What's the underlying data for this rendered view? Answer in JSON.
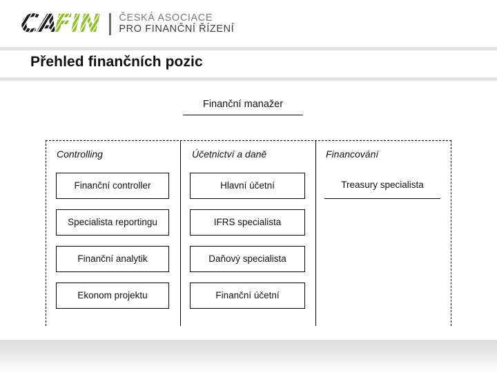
{
  "header": {
    "logo": {
      "mark_dark": "CA",
      "mark_green": "FIN",
      "green_hex": "#8DC127",
      "dark_hex": "#1a1a1a",
      "line1": "ČESKÁ ASOCIACE",
      "line2": "PRO FINANČNÍ ŘÍZENÍ"
    }
  },
  "title": {
    "text": "Přehled finančních pozic"
  },
  "diagram": {
    "top_node": {
      "label": "Finanční manažer"
    },
    "columns": [
      {
        "head": "Controlling",
        "nodes": [
          {
            "label": "Finanční controller",
            "style": "box"
          },
          {
            "label": "Specialista reportingu",
            "style": "box"
          },
          {
            "label": "Finanční analytik",
            "style": "box"
          },
          {
            "label": "Ekonom projektu",
            "style": "box"
          }
        ]
      },
      {
        "head": "Účetnictví a daně",
        "nodes": [
          {
            "label": "Hlavní účetní",
            "style": "box"
          },
          {
            "label": "IFRS specialista",
            "style": "box"
          },
          {
            "label": "Daňový specialista",
            "style": "box"
          },
          {
            "label": "Finanční účetní",
            "style": "box"
          }
        ]
      },
      {
        "head": "Financování",
        "nodes": [
          {
            "label": "Treasury specialista",
            "style": "underline"
          }
        ]
      }
    ]
  }
}
